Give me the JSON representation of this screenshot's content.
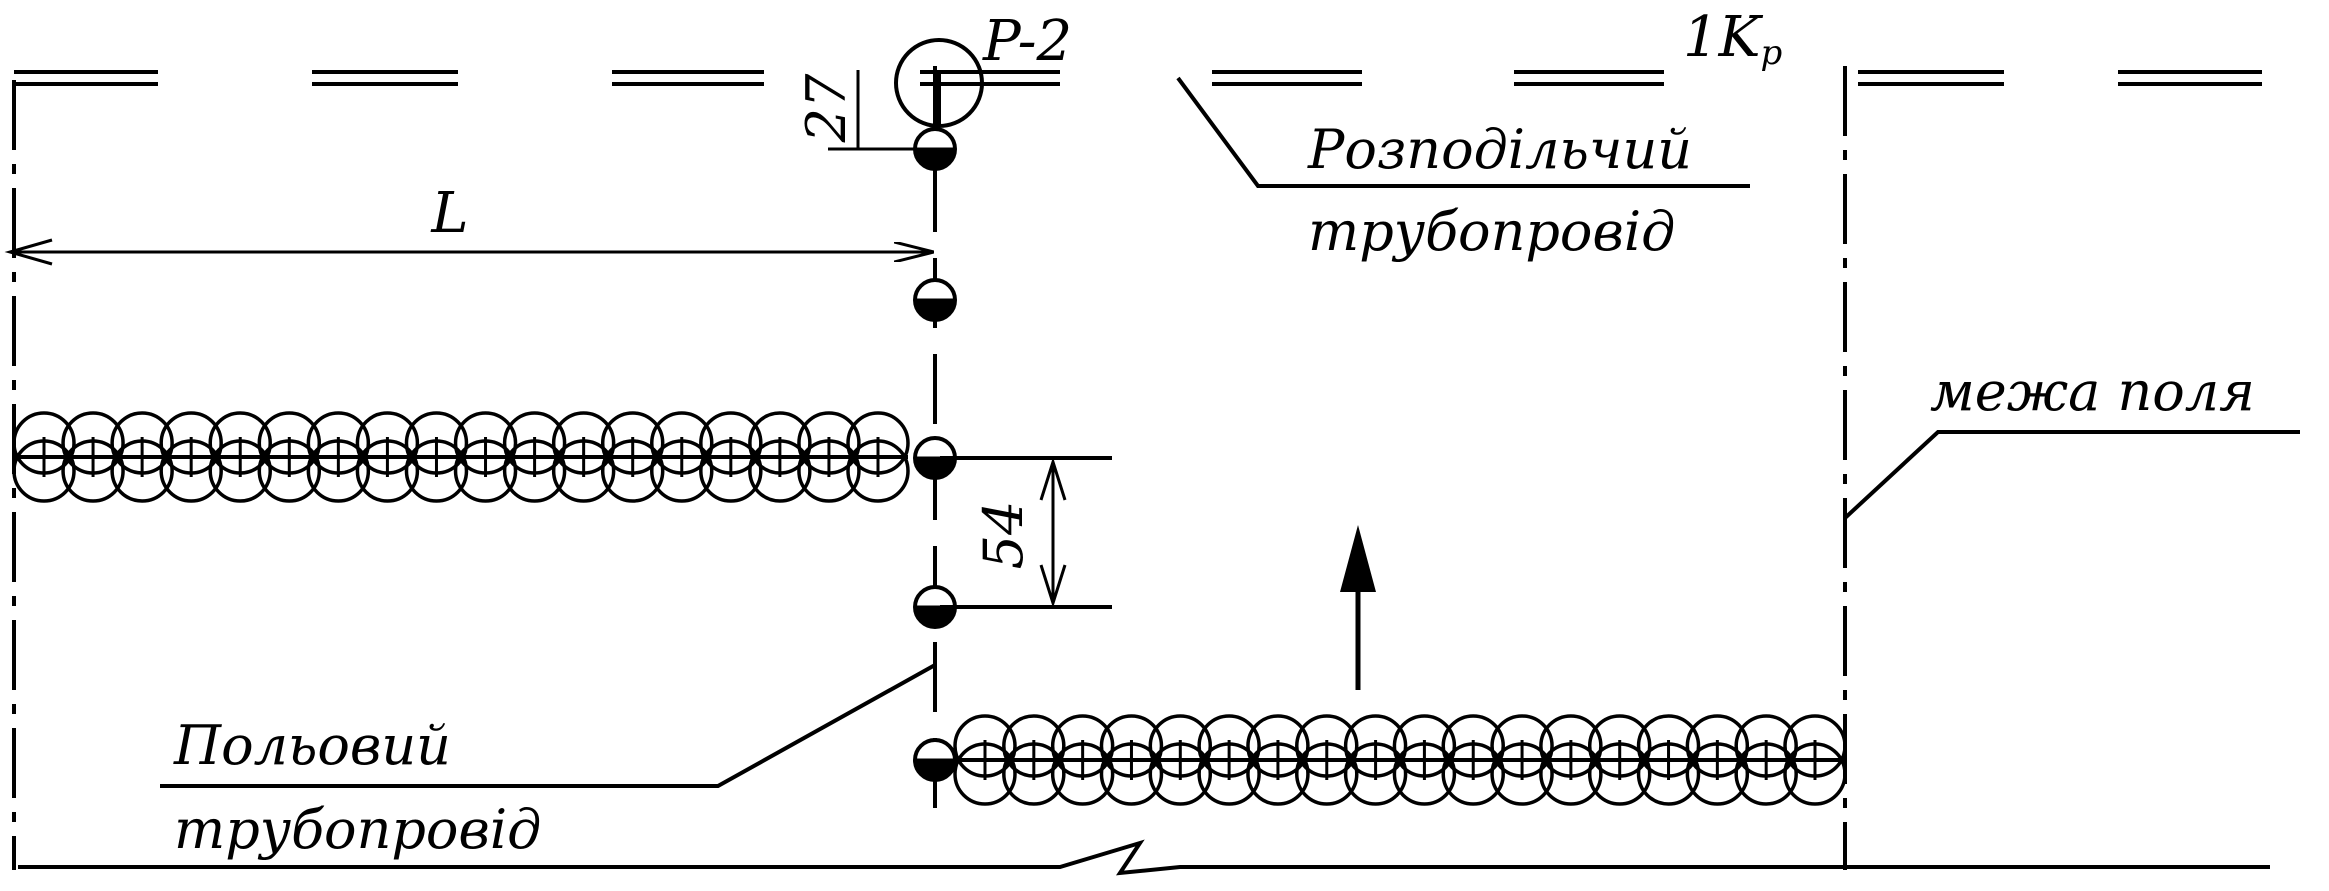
{
  "labels": {
    "hydrant_label": "P-2",
    "zone_label_main": "1K",
    "zone_label_sub": "p",
    "length_label": "L",
    "offset_label": "27",
    "spacing_label": "54",
    "distribution_pipe_line1": "Розподільчий",
    "distribution_pipe_line2": "трубопровід",
    "field_pipe_line1": "Польовий",
    "field_pipe_line2": "трубопровід",
    "field_boundary": "межа поля"
  },
  "sprinkler_rows": [
    {
      "position": "upper-left",
      "circles": 18
    },
    {
      "position": "lower-right",
      "circles": 18
    }
  ],
  "hydrants": {
    "count": 5
  }
}
